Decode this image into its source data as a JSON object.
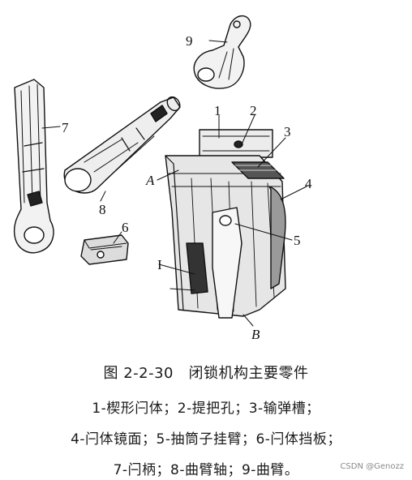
{
  "callouts": {
    "c1": "1",
    "c2": "2",
    "c3": "3",
    "c4": "4",
    "c5": "5",
    "c6": "6",
    "c7": "7",
    "c8": "8",
    "c9": "9",
    "cA": "A",
    "cB": "B",
    "cI": "I"
  },
  "caption": {
    "title": "图 2-2-30　闭锁机构主要零件",
    "line1": "1-楔形闩体；2-提把孔；3-输弹槽；",
    "line2": "4-闩体镜面；5-抽筒子挂臂；6-闩体挡板；",
    "line3": "7-闩柄；8-曲臂轴；9-曲臂。"
  },
  "watermark": "CSDN @Genozz"
}
